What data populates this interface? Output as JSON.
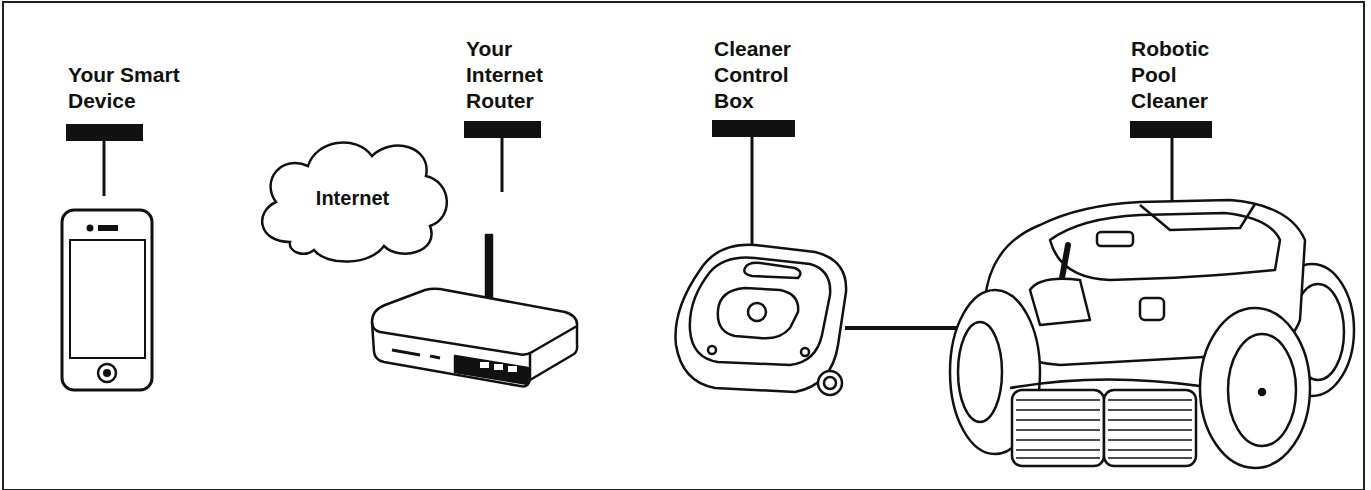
{
  "diagram": {
    "nodes": [
      {
        "text": [
          "Internet"
        ]
      }
    ],
    "labels": [
      "Your Smart Device",
      "Your Internet Router",
      "Cleaner Control Box",
      "Robotic Pool Cleaner"
    ]
  }
}
